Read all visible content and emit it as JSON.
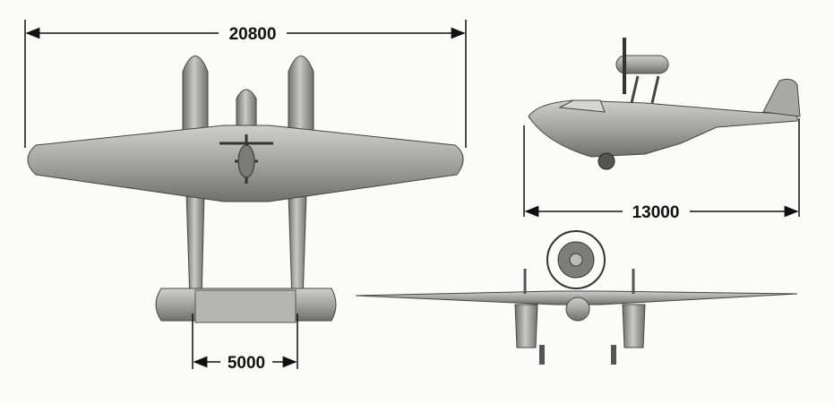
{
  "dimensions": {
    "wingspan": "20800",
    "length": "13000",
    "boom_spacing": "5000"
  },
  "colors": {
    "body": "#9a9a98",
    "shadow": "#5e5e5c",
    "light": "#c9c9c6",
    "ink": "#111111"
  }
}
